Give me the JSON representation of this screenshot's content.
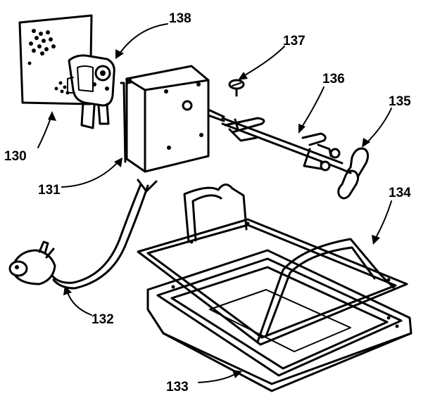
{
  "labels": {
    "l130": "130",
    "l131": "131",
    "l132": "132",
    "l133": "133",
    "l134": "134",
    "l135": "135",
    "l136": "136",
    "l137": "137",
    "l138": "138"
  }
}
